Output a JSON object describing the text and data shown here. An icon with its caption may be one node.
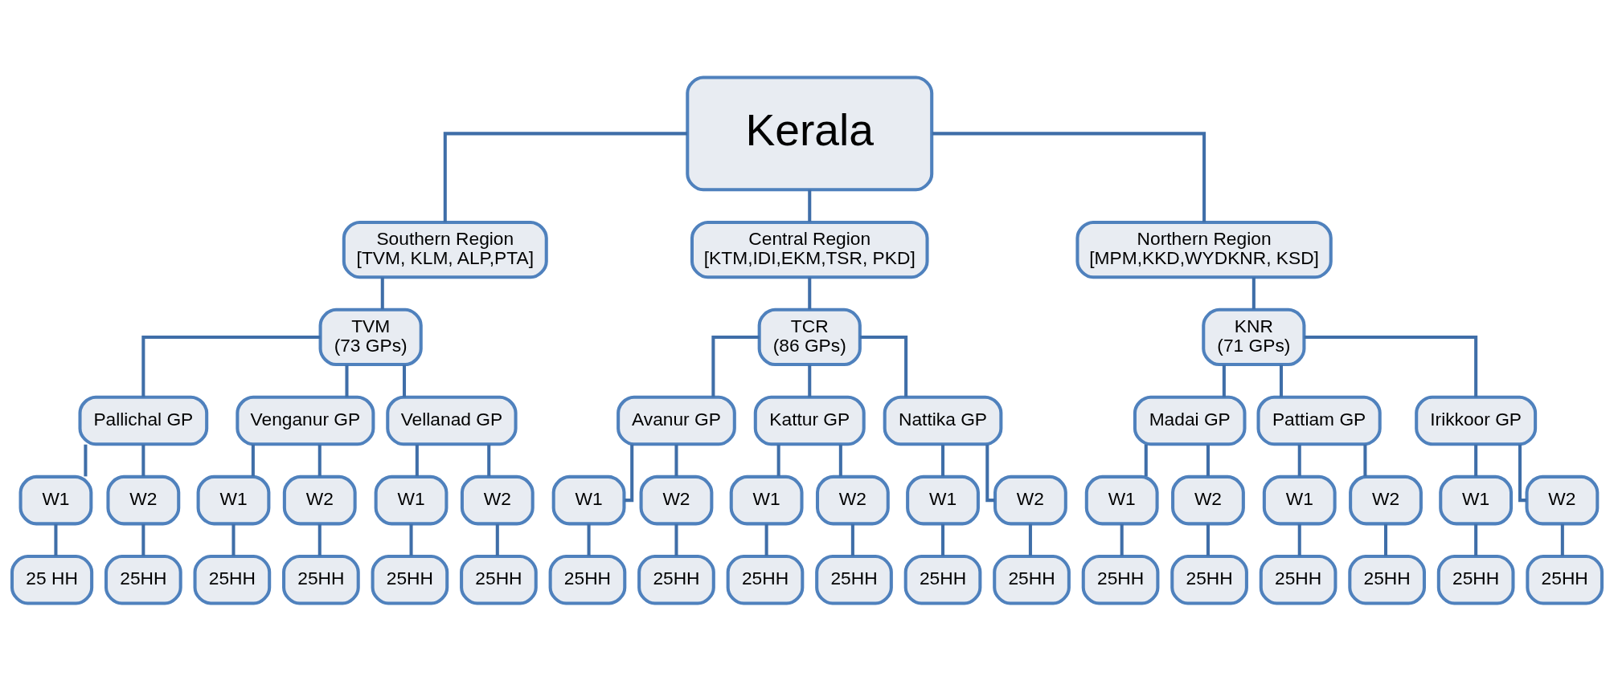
{
  "diagram": {
    "nodes": [
      {
        "text": [
          "Kerala"
        ]
      },
      {
        "text": [
          "Southern Region",
          "[TVM, KLM, ALP,PTA]"
        ]
      },
      {
        "text": [
          "Central Region",
          "[KTM,IDI,EKM,TSR, PKD]"
        ]
      },
      {
        "text": [
          "Northern Region",
          "[MPM,KKD,WYDKNR, KSD]"
        ]
      },
      {
        "text": [
          "TVM",
          "(73 GPs)"
        ]
      },
      {
        "text": [
          "TCR",
          "(86 GPs)"
        ]
      },
      {
        "text": [
          "KNR",
          "(71 GPs)"
        ]
      },
      {
        "text": [
          "Pallichal GP"
        ]
      },
      {
        "text": [
          "Venganur GP"
        ]
      },
      {
        "text": [
          "Vellanad GP"
        ]
      },
      {
        "text": [
          "Avanur GP"
        ]
      },
      {
        "text": [
          "Kattur GP"
        ]
      },
      {
        "text": [
          "Nattika GP"
        ]
      },
      {
        "text": [
          "Madai GP"
        ]
      },
      {
        "text": [
          "Pattiam GP"
        ]
      },
      {
        "text": [
          "Irikkoor GP"
        ]
      },
      {
        "text": [
          "W1"
        ]
      },
      {
        "text": [
          "W2"
        ]
      },
      {
        "text": [
          "W1"
        ]
      },
      {
        "text": [
          "W2"
        ]
      },
      {
        "text": [
          "W1"
        ]
      },
      {
        "text": [
          "W2"
        ]
      },
      {
        "text": [
          "W1"
        ]
      },
      {
        "text": [
          "W2"
        ]
      },
      {
        "text": [
          "W1"
        ]
      },
      {
        "text": [
          "W2"
        ]
      },
      {
        "text": [
          "W1"
        ]
      },
      {
        "text": [
          "W2"
        ]
      },
      {
        "text": [
          "W1"
        ]
      },
      {
        "text": [
          "W2"
        ]
      },
      {
        "text": [
          "W1"
        ]
      },
      {
        "text": [
          "W2"
        ]
      },
      {
        "text": [
          "W1"
        ]
      },
      {
        "text": [
          "W2"
        ]
      },
      {
        "text": [
          "25 HH"
        ]
      },
      {
        "text": [
          "25HH"
        ]
      },
      {
        "text": [
          "25HH"
        ]
      },
      {
        "text": [
          "25HH"
        ]
      },
      {
        "text": [
          "25HH"
        ]
      },
      {
        "text": [
          "25HH"
        ]
      },
      {
        "text": [
          "25HH"
        ]
      },
      {
        "text": [
          "25HH"
        ]
      },
      {
        "text": [
          "25HH"
        ]
      },
      {
        "text": [
          "25HH"
        ]
      },
      {
        "text": [
          "25HH"
        ]
      },
      {
        "text": [
          "25HH"
        ]
      },
      {
        "text": [
          "25HH"
        ]
      },
      {
        "text": [
          "25HH"
        ]
      },
      {
        "text": [
          "25HH"
        ]
      },
      {
        "text": [
          "25HH"
        ]
      },
      {
        "text": [
          "25HH"
        ]
      },
      {
        "text": [
          "25HH"
        ]
      }
    ],
    "edges": [
      {
        "from": 0,
        "to": 1,
        "arrow": "none"
      },
      {
        "from": 0,
        "to": 2,
        "arrow": "none"
      },
      {
        "from": 0,
        "to": 3,
        "arrow": "none"
      },
      {
        "from": 1,
        "to": 4,
        "arrow": "none"
      },
      {
        "from": 2,
        "to": 5,
        "arrow": "none"
      },
      {
        "from": 3,
        "to": 6,
        "arrow": "none"
      },
      {
        "from": 4,
        "to": 7,
        "arrow": "none"
      },
      {
        "from": 4,
        "to": 8,
        "arrow": "none"
      },
      {
        "from": 4,
        "to": 9,
        "arrow": "none"
      },
      {
        "from": 5,
        "to": 10,
        "arrow": "none"
      },
      {
        "from": 5,
        "to": 11,
        "arrow": "none"
      },
      {
        "from": 5,
        "to": 12,
        "arrow": "none"
      },
      {
        "from": 6,
        "to": 13,
        "arrow": "none"
      },
      {
        "from": 6,
        "to": 14,
        "arrow": "none"
      },
      {
        "from": 6,
        "to": 15,
        "arrow": "none"
      },
      {
        "from": 7,
        "to": 16,
        "arrow": "none"
      },
      {
        "from": 7,
        "to": 17,
        "arrow": "none"
      },
      {
        "from": 8,
        "to": 18,
        "arrow": "none"
      },
      {
        "from": 8,
        "to": 19,
        "arrow": "none"
      },
      {
        "from": 9,
        "to": 20,
        "arrow": "none"
      },
      {
        "from": 9,
        "to": 21,
        "arrow": "none"
      },
      {
        "from": 10,
        "to": 22,
        "arrow": "none"
      },
      {
        "from": 10,
        "to": 23,
        "arrow": "none"
      },
      {
        "from": 11,
        "to": 24,
        "arrow": "none"
      },
      {
        "from": 11,
        "to": 25,
        "arrow": "none"
      },
      {
        "from": 12,
        "to": 26,
        "arrow": "none"
      },
      {
        "from": 12,
        "to": 27,
        "arrow": "none"
      },
      {
        "from": 13,
        "to": 28,
        "arrow": "none"
      },
      {
        "from": 13,
        "to": 29,
        "arrow": "none"
      },
      {
        "from": 14,
        "to": 30,
        "arrow": "none"
      },
      {
        "from": 14,
        "to": 31,
        "arrow": "none"
      },
      {
        "from": 15,
        "to": 32,
        "arrow": "none"
      },
      {
        "from": 15,
        "to": 33,
        "arrow": "none"
      },
      {
        "from": 16,
        "to": 34,
        "arrow": "none"
      },
      {
        "from": 17,
        "to": 35,
        "arrow": "none"
      },
      {
        "from": 18,
        "to": 36,
        "arrow": "none"
      },
      {
        "from": 19,
        "to": 37,
        "arrow": "none"
      },
      {
        "from": 20,
        "to": 38,
        "arrow": "none"
      },
      {
        "from": 21,
        "to": 39,
        "arrow": "none"
      },
      {
        "from": 22,
        "to": 40,
        "arrow": "none"
      },
      {
        "from": 23,
        "to": 41,
        "arrow": "none"
      },
      {
        "from": 24,
        "to": 42,
        "arrow": "none"
      },
      {
        "from": 25,
        "to": 43,
        "arrow": "none"
      },
      {
        "from": 26,
        "to": 44,
        "arrow": "none"
      },
      {
        "from": 27,
        "to": 45,
        "arrow": "none"
      },
      {
        "from": 28,
        "to": 46,
        "arrow": "none"
      },
      {
        "from": 29,
        "to": 47,
        "arrow": "none"
      },
      {
        "from": 30,
        "to": 48,
        "arrow": "none"
      },
      {
        "from": 31,
        "to": 49,
        "arrow": "none"
      },
      {
        "from": 32,
        "to": 50,
        "arrow": "none"
      },
      {
        "from": 33,
        "to": 51,
        "arrow": "none"
      }
    ]
  }
}
